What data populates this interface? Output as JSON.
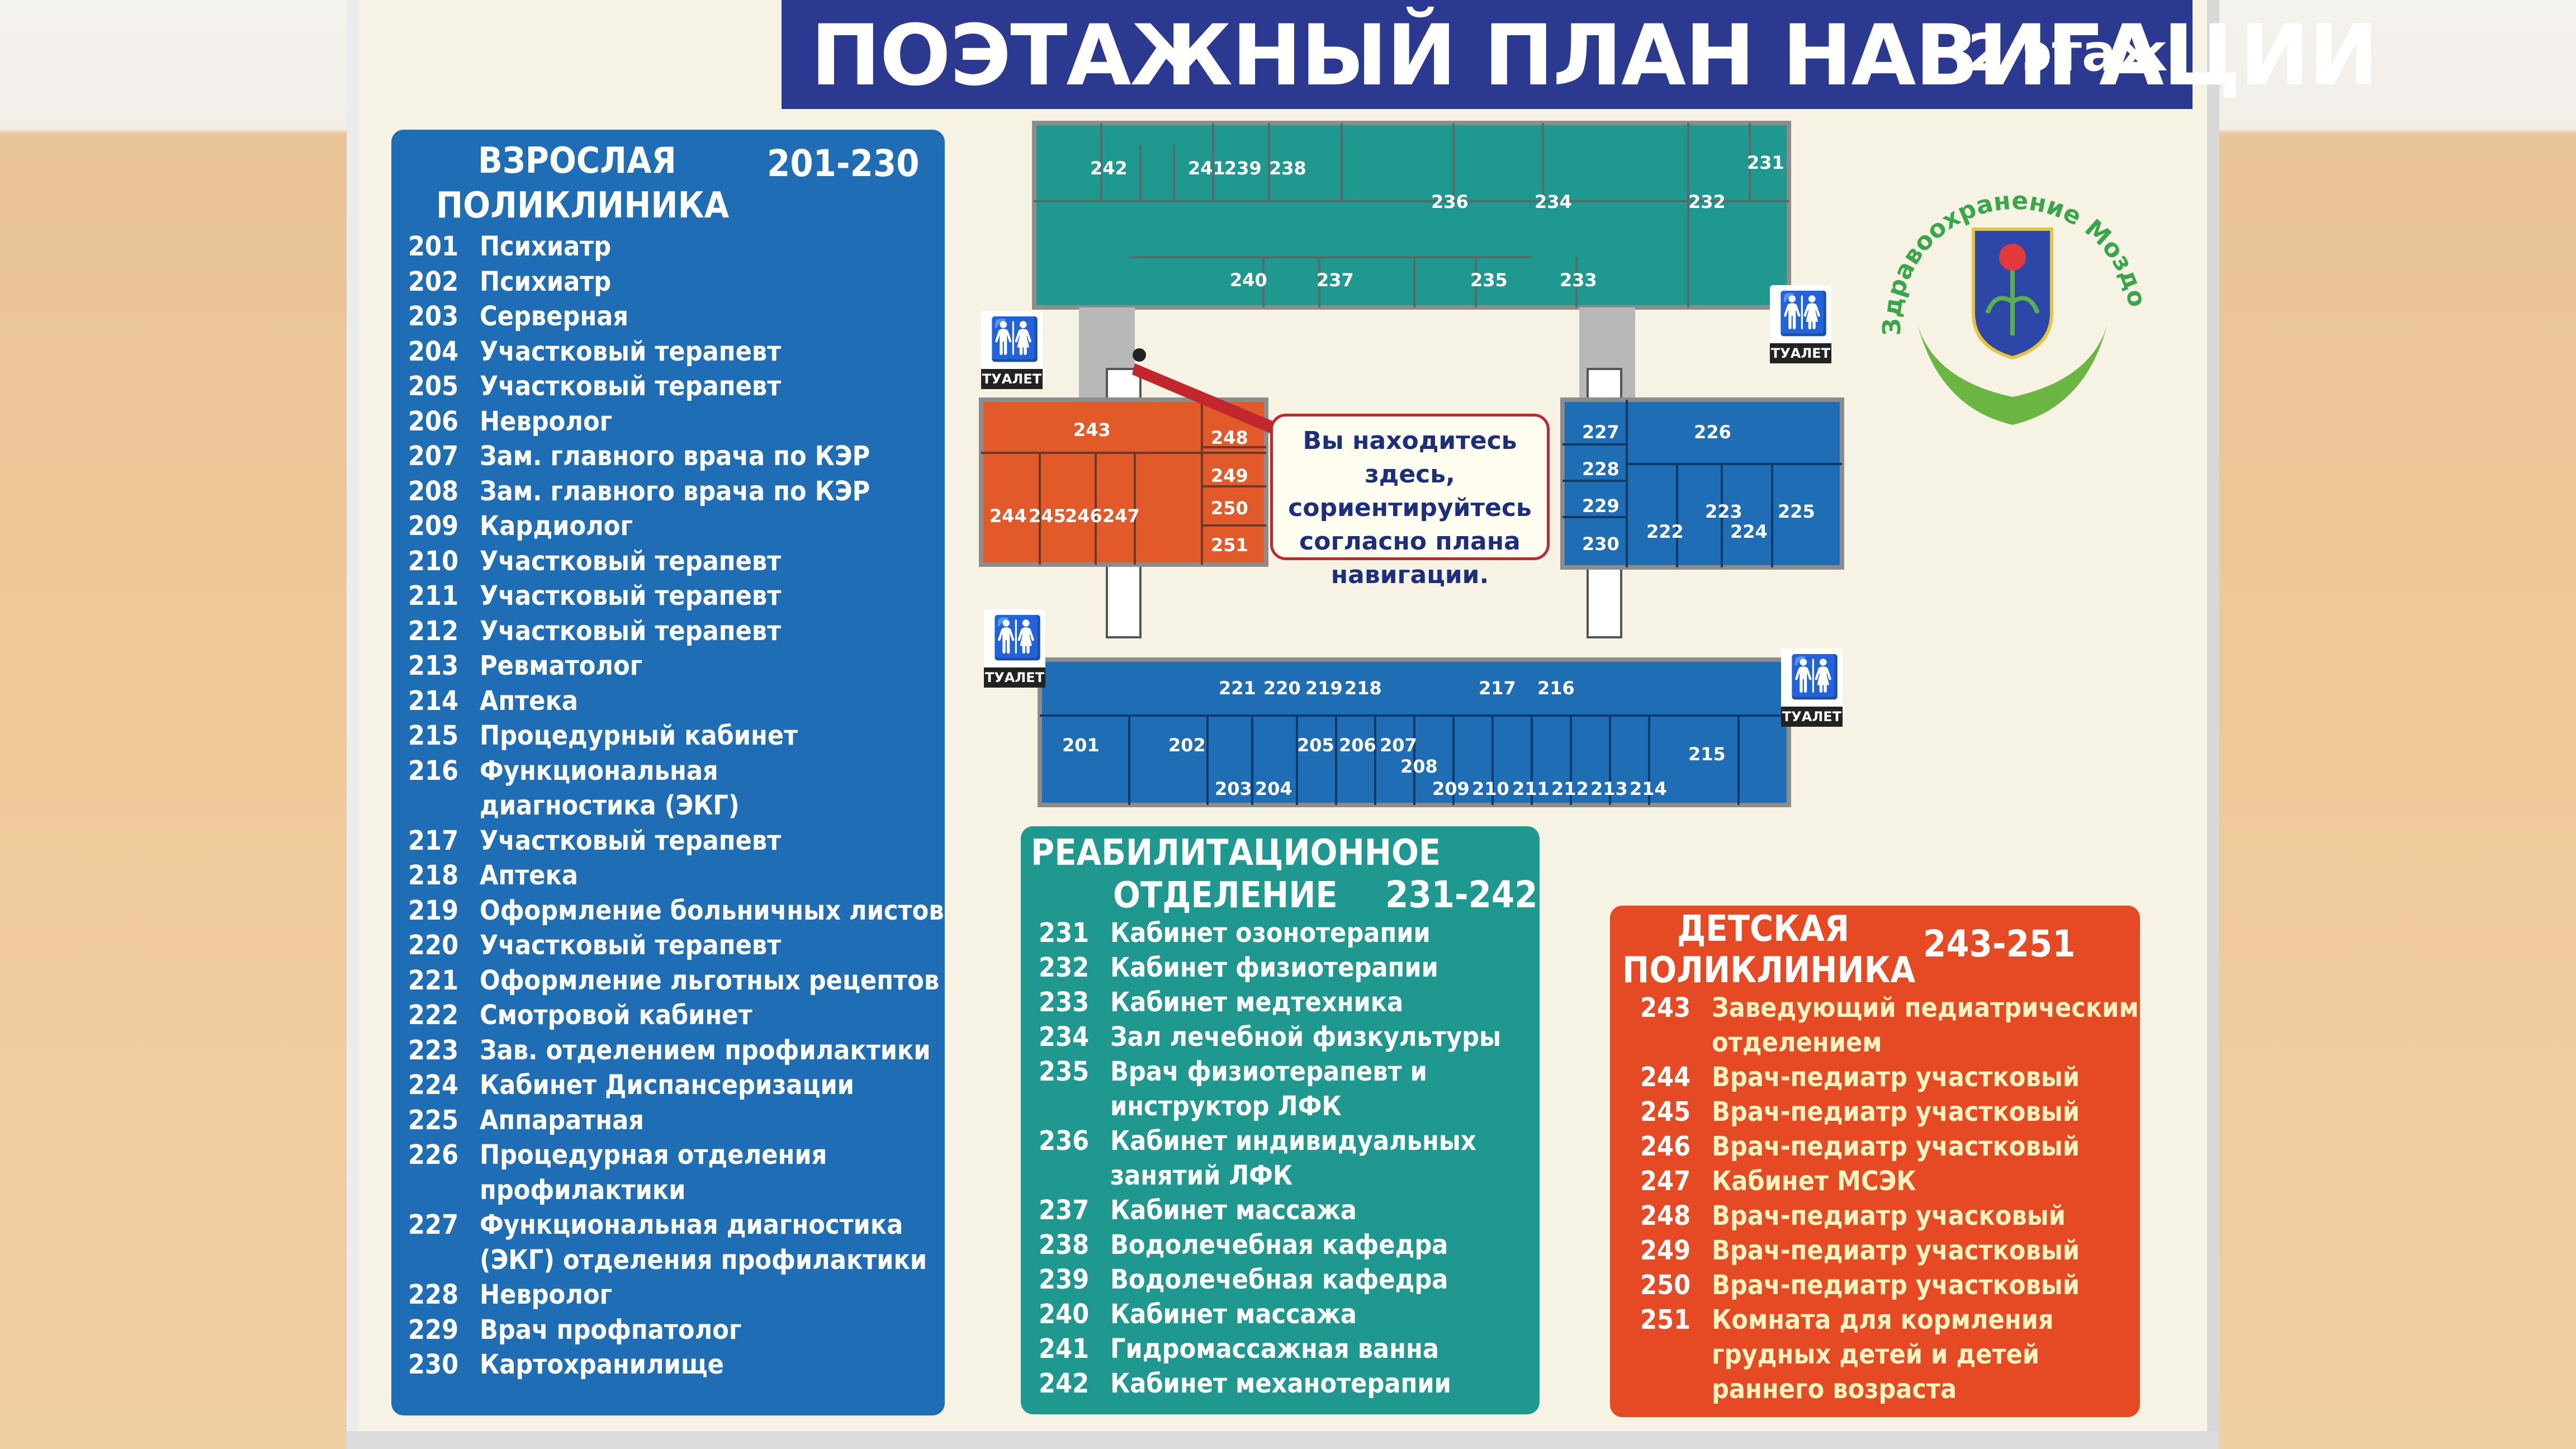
{
  "header": {
    "title": "ПОЭТАЖНЫЙ ПЛАН НАВИГАЦИИ",
    "floor": "2 этаж"
  },
  "adult": {
    "title_l1": "ВЗРОСЛАЯ",
    "title_l2": "ПОЛИКЛИНИКА",
    "range": "201-230",
    "items": [
      [
        "201",
        "Психиатр"
      ],
      [
        "202",
        "Психиатр"
      ],
      [
        "203",
        "Серверная"
      ],
      [
        "204",
        "Участковый терапевт"
      ],
      [
        "205",
        "Участковый терапевт"
      ],
      [
        "206",
        "Невролог"
      ],
      [
        "207",
        "Зам. главного врача по КЭР"
      ],
      [
        "208",
        "Зам. главного врача по КЭР"
      ],
      [
        "209",
        "Кардиолог"
      ],
      [
        "210",
        "Участковый терапевт"
      ],
      [
        "211",
        "Участковый терапевт"
      ],
      [
        "212",
        "Участковый терапевт"
      ],
      [
        "213",
        "Ревматолог"
      ],
      [
        "214",
        "Аптека"
      ],
      [
        "215",
        "Процедурный кабинет"
      ],
      [
        "216",
        "Функциональная"
      ],
      [
        "",
        "диагностика (ЭКГ)"
      ],
      [
        "217",
        "Участковый терапевт"
      ],
      [
        "218",
        "Аптека"
      ],
      [
        "219",
        "Оформление больничных листов"
      ],
      [
        "220",
        "Участковый терапевт"
      ],
      [
        "221",
        "Оформление льготных рецептов"
      ],
      [
        "222",
        "Смотровой кабинет"
      ],
      [
        "223",
        "Зав. отделением профилактики"
      ],
      [
        "224",
        "Кабинет Диспансеризации"
      ],
      [
        "225",
        "Аппаратная"
      ],
      [
        "226",
        "Процедурная отделения"
      ],
      [
        "",
        "профилактики"
      ],
      [
        "227",
        "Функциональная диагностика"
      ],
      [
        "",
        "(ЭКГ) отделения профилактики"
      ],
      [
        "228",
        "Невролог"
      ],
      [
        "229",
        "Врач профпатолог"
      ],
      [
        "230",
        "Картохранилище"
      ]
    ]
  },
  "rehab": {
    "title_l1": "РЕАБИЛИТАЦИОННОЕ",
    "title_l2": "ОТДЕЛЕНИЕ",
    "range": "231-242",
    "items": [
      [
        "231",
        "Кабинет озонотерапии"
      ],
      [
        "232",
        "Кабинет физиотерапии"
      ],
      [
        "233",
        "Кабинет медтехника"
      ],
      [
        "234",
        "Зал лечебной физкультуры"
      ],
      [
        "235",
        "Врач физиотерапевт и"
      ],
      [
        "",
        "инструктор ЛФК"
      ],
      [
        "236",
        "Кабинет индивидуальных"
      ],
      [
        "",
        "занятий ЛФК"
      ],
      [
        "237",
        "Кабинет массажа"
      ],
      [
        "238",
        "Водолечебная кафедра"
      ],
      [
        "239",
        "Водолечебная кафедра"
      ],
      [
        "240",
        "Кабинет массажа"
      ],
      [
        "241",
        "Гидромассажная ванна"
      ],
      [
        "242",
        "Кабинет механотерапии"
      ]
    ]
  },
  "children": {
    "title_l1": "ДЕТСКАЯ",
    "title_l2": "ПОЛИКЛИНИКА",
    "range": "243-251",
    "items": [
      [
        "243",
        "Заведующий педиатрическим"
      ],
      [
        "",
        "отделением"
      ],
      [
        "244",
        "Врач-педиатр участковый"
      ],
      [
        "245",
        "Врач-педиатр участковый"
      ],
      [
        "246",
        "Врач-педиатр участковый"
      ],
      [
        "247",
        "Кабинет МСЭК"
      ],
      [
        "248",
        "Врач-педиатр учасковый"
      ],
      [
        "249",
        "Врач-педиатр участковый"
      ],
      [
        "250",
        "Врач-педиатр участковый"
      ],
      [
        "251",
        "Комната для кормления"
      ],
      [
        "",
        "грудных детей и детей"
      ],
      [
        "",
        "раннего возраста"
      ]
    ]
  },
  "map": {
    "you_are_here_l1": "Вы находитесь здесь,",
    "you_are_here_l2": "сориентируйтесь",
    "you_are_here_l3": "согласно плана",
    "you_are_here_l4": "навигации.",
    "toilet_label": "ТУАЛЕТ",
    "colors": {
      "rehab": "#1f9990",
      "adult": "#1f6db5",
      "children": "#e35a2a",
      "corridor": "#f6f3e5",
      "wall": "#9a9a9a"
    }
  },
  "logo": {
    "text": "Здравоохранение Моздокский район"
  }
}
